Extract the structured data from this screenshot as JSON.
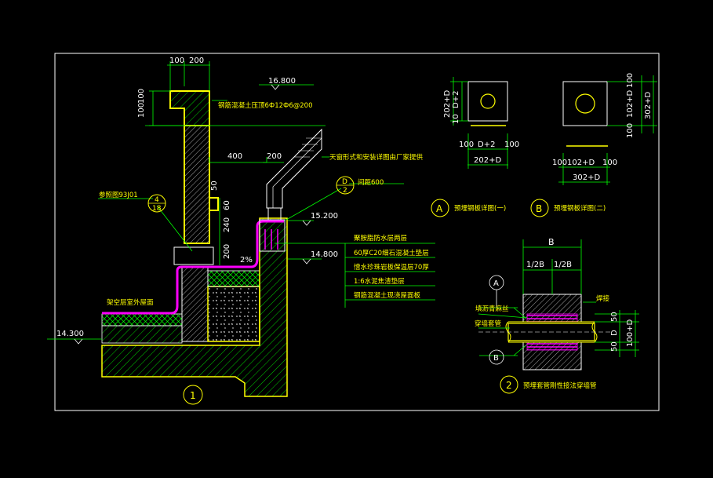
{
  "colors": {
    "background": "#000000",
    "frame": "#ffffff",
    "wall_outline": "#ffff00",
    "dimension": "#00ff00",
    "hatch": "#00ff00",
    "waterproof": "#ff00ff",
    "insulation": "#00ffff"
  },
  "main_section": {
    "dims_top": [
      "100",
      "200"
    ],
    "dim_left_100": "100",
    "dim_left_100b": "100",
    "dim_400": "400",
    "dim_200_mid": "200",
    "dim_50": "50",
    "dim_60": "60",
    "dim_240": "240",
    "dim_200_low": "200",
    "slope": "2%",
    "elev_top": "16.800",
    "elev_mid": "15.200",
    "elev_low": "14.800",
    "elev_left": "14.300",
    "note_coping": "钢筋混凝土压顶6Ф12Ф6@200",
    "note_pipe": "天窗形式和安装详图由厂家提供",
    "ref_letter": "D",
    "ref_number": "2",
    "note_spacing": "间距600",
    "note_ref_std": "参照图93J01",
    "ref_std_top": "4",
    "ref_std_bottom": "18",
    "note_overhead": "架空层室外屋面",
    "layers": [
      "聚胺脂防水层两层",
      "60厚C20细石混凝土垫层",
      "憎水珍珠岩板保温层70厚",
      "1:6水泥焦渣垫层",
      "钢筋混凝土现浇屋面板"
    ],
    "detail_number": "1"
  },
  "plate_details": {
    "plate1_dims_left": [
      "202+D",
      "D+2",
      "10"
    ],
    "plate1_dims_bottom": [
      "100",
      "D+2",
      "100"
    ],
    "plate1_total": "202+D",
    "plate2_dims_right": [
      "100",
      "102+D",
      "100"
    ],
    "plate2_total_right": "302+D",
    "plate2_dims_bottom": [
      "100",
      "102+D",
      "100"
    ],
    "plate2_total": "302+D",
    "label_a_letter": "A",
    "label_a_text": "预埋钢板详图(一)",
    "label_b_letter": "B",
    "label_b_text": "预埋钢板详图(二)"
  },
  "pipe_detail": {
    "dim_b": "B",
    "dim_half1": "1/2B",
    "dim_half2": "1/2B",
    "marker_a": "A",
    "marker_b": "B",
    "note_fill": "填沥青麻丝",
    "note_weld": "焊接",
    "note_sleeve": "穿墙套管",
    "dims_right": [
      "50",
      "D",
      "50"
    ],
    "dim_total": "100+D",
    "detail_number": "2",
    "title": "预埋套管刚性接法穿墙管"
  }
}
